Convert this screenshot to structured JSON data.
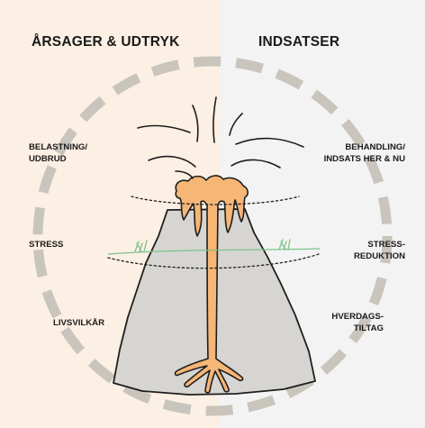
{
  "colors": {
    "left_bg": "#fcefe3",
    "right_bg": "#f3f3f3",
    "arc": "#c9c5bd",
    "volcano_fill": "#d7d5d1",
    "lava": "#f6b676",
    "grass": "#7cc38a",
    "outline": "#1e1e1e"
  },
  "left": {
    "heading": "ÅRSAGER & UDTRYK",
    "labels": {
      "eruption": [
        "BELASTNING/",
        "UDBRUD"
      ],
      "stress": "STRESS",
      "living": "LIVSVILKÅR"
    }
  },
  "right": {
    "heading": "INDSATSER",
    "labels": {
      "treatment": [
        "BEHANDLING/",
        "INDSATS HER & NU"
      ],
      "stress_reduction": [
        "STRESS-",
        "REDUKTION"
      ],
      "everyday": [
        "HVERDAGS-",
        "TILTAG"
      ]
    }
  }
}
